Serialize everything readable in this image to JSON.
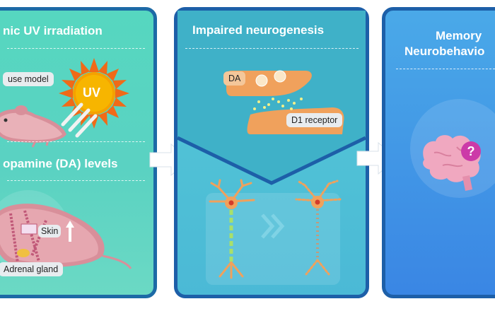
{
  "panel1": {
    "title": "nic UV irradiation",
    "model_label": "use model",
    "uv_label": "UV",
    "subtitle": "opamine (DA) levels",
    "skin_label": "Skin",
    "adrenal_label": "Adrenal gland"
  },
  "panel2": {
    "title": "Impaired neurogenesis",
    "da_label": "DA",
    "receptor_label": "D1 receptor"
  },
  "panel3": {
    "title_line1": "Memory",
    "title_line2": "Neurobehavio"
  },
  "colors": {
    "teal_panel": "#56d7c0",
    "blue_panel": "#3a86e4",
    "border": "#1d6aa6",
    "orange": "#f0a15c",
    "sun": "#f5a100"
  }
}
